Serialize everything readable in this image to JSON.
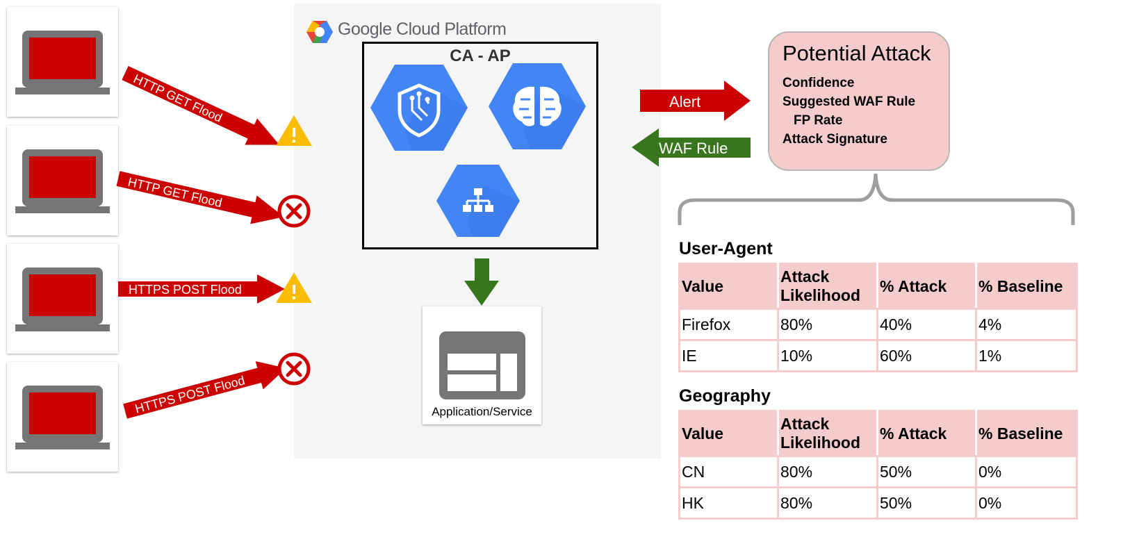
{
  "gcp": {
    "title": "Google Cloud Platform"
  },
  "caap": {
    "title": "CA - AP"
  },
  "app": {
    "label": "Application/Service"
  },
  "attacks": [
    {
      "label": "HTTP GET  Flood",
      "status": "warning"
    },
    {
      "label": "HTTP GET  Flood",
      "status": "blocked"
    },
    {
      "label": "HTTPS POST  Flood",
      "status": "warning"
    },
    {
      "label": "HTTPS POST Flood",
      "status": "blocked"
    }
  ],
  "flows": {
    "alert": "Alert",
    "waf_rule": "WAF Rule"
  },
  "potential_attack": {
    "title": "Potential Attack",
    "lines": [
      "Confidence",
      "Suggested WAF Rule",
      "FP Rate",
      "Attack Signature"
    ]
  },
  "user_agent": {
    "title": "User-Agent",
    "headers": [
      "Value",
      "Attack Likelihood",
      "% Attack",
      "% Baseline"
    ],
    "rows": [
      [
        "Firefox",
        "80%",
        "40%",
        "4%"
      ],
      [
        "IE",
        "10%",
        "60%",
        "1%"
      ]
    ]
  },
  "geography": {
    "title": "Geography",
    "headers": [
      "Value",
      "Attack Likelihood",
      "% Attack",
      "% Baseline"
    ],
    "rows": [
      [
        "CN",
        "80%",
        "50%",
        "0%"
      ],
      [
        "HK",
        "80%",
        "50%",
        "0%"
      ]
    ]
  },
  "colors": {
    "attack_red": "#cc0000",
    "warning_yellow": "#fbbc04",
    "gcp_blue": "#4285f4",
    "waf_green": "#38761d",
    "bubble_pink": "#f4cccc",
    "laptop_gray": "#757575"
  },
  "icons": [
    "laptop-icon",
    "warning-icon",
    "blocked-icon",
    "security-shield-icon",
    "ai-brain-icon",
    "load-balancer-icon",
    "application-window-icon",
    "gcp-logo-icon"
  ]
}
